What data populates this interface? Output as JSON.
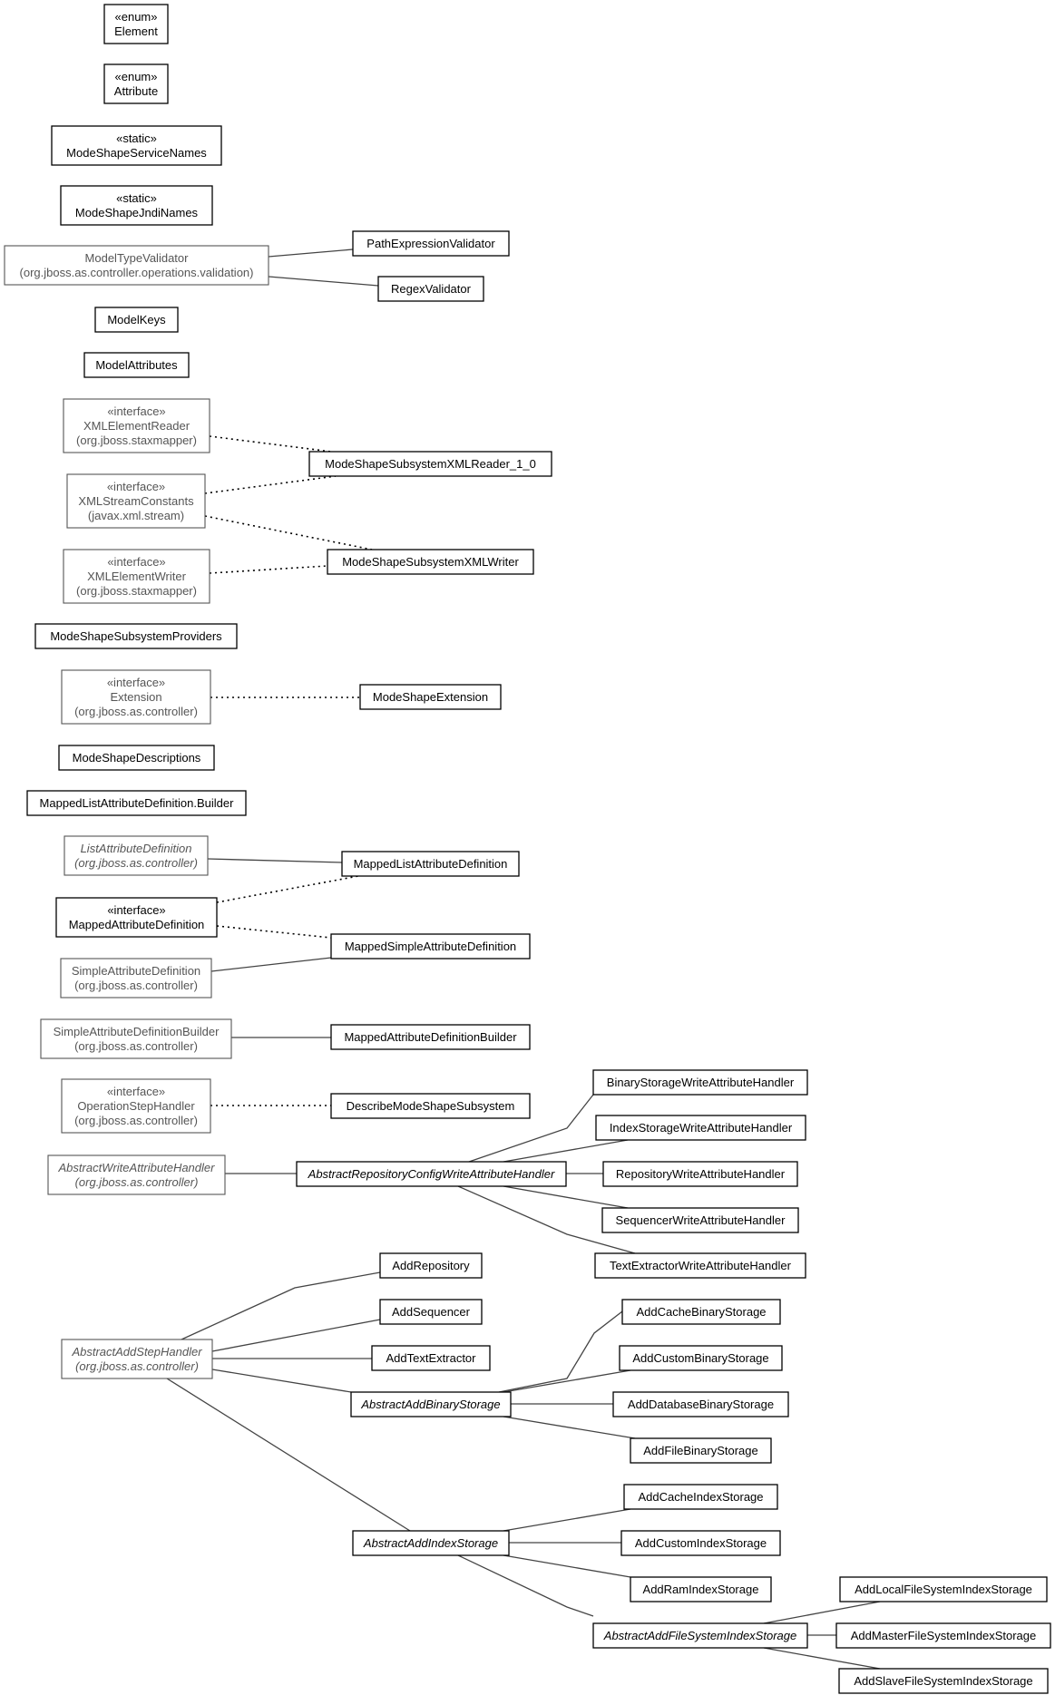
{
  "nodes": [
    {
      "id": "element",
      "lines": [
        "«enum»",
        "Element"
      ],
      "external": false,
      "italic": false
    },
    {
      "id": "attribute",
      "lines": [
        "«enum»",
        "Attribute"
      ],
      "external": false,
      "italic": false
    },
    {
      "id": "service_names",
      "lines": [
        "«static»",
        "ModeShapeServiceNames"
      ],
      "external": false,
      "italic": false
    },
    {
      "id": "jndi_names",
      "lines": [
        "«static»",
        "ModeShapeJndiNames"
      ],
      "external": false,
      "italic": false
    },
    {
      "id": "model_type_validator",
      "lines": [
        "ModelTypeValidator",
        "(org.jboss.as.controller.operations.validation)"
      ],
      "external": true,
      "italic": false
    },
    {
      "id": "path_expression_validator",
      "lines": [
        "PathExpressionValidator"
      ],
      "external": false,
      "italic": false
    },
    {
      "id": "regex_validator",
      "lines": [
        "RegexValidator"
      ],
      "external": false,
      "italic": false
    },
    {
      "id": "model_keys",
      "lines": [
        "ModelKeys"
      ],
      "external": false,
      "italic": false
    },
    {
      "id": "model_attributes",
      "lines": [
        "ModelAttributes"
      ],
      "external": false,
      "italic": false
    },
    {
      "id": "xml_element_reader",
      "lines": [
        "«interface»",
        "XMLElementReader",
        "(org.jboss.staxmapper)"
      ],
      "external": true,
      "italic": false
    },
    {
      "id": "xml_stream_constants",
      "lines": [
        "«interface»",
        "XMLStreamConstants",
        "(javax.xml.stream)"
      ],
      "external": true,
      "italic": false
    },
    {
      "id": "xml_element_writer",
      "lines": [
        "«interface»",
        "XMLElementWriter",
        "(org.jboss.staxmapper)"
      ],
      "external": true,
      "italic": false
    },
    {
      "id": "xml_reader_1_0",
      "lines": [
        "ModeShapeSubsystemXMLReader_1_0"
      ],
      "external": false,
      "italic": false
    },
    {
      "id": "xml_writer",
      "lines": [
        "ModeShapeSubsystemXMLWriter"
      ],
      "external": false,
      "italic": false
    },
    {
      "id": "subsystem_providers",
      "lines": [
        "ModeShapeSubsystemProviders"
      ],
      "external": false,
      "italic": false
    },
    {
      "id": "extension",
      "lines": [
        "«interface»",
        "Extension",
        "(org.jboss.as.controller)"
      ],
      "external": true,
      "italic": false
    },
    {
      "id": "modeshape_extension",
      "lines": [
        "ModeShapeExtension"
      ],
      "external": false,
      "italic": false
    },
    {
      "id": "descriptions",
      "lines": [
        "ModeShapeDescriptions"
      ],
      "external": false,
      "italic": false
    },
    {
      "id": "mapped_list_builder",
      "lines": [
        "MappedListAttributeDefinition.Builder"
      ],
      "external": false,
      "italic": false
    },
    {
      "id": "list_attribute_definition",
      "lines": [
        "ListAttributeDefinition",
        "(org.jboss.as.controller)"
      ],
      "external": true,
      "italic": true
    },
    {
      "id": "mapped_list_attribute_definition",
      "lines": [
        "MappedListAttributeDefinition"
      ],
      "external": false,
      "italic": false
    },
    {
      "id": "mapped_attribute_definition",
      "lines": [
        "«interface»",
        "MappedAttributeDefinition"
      ],
      "external": false,
      "italic": false
    },
    {
      "id": "mapped_simple_attribute_definition",
      "lines": [
        "MappedSimpleAttributeDefinition"
      ],
      "external": false,
      "italic": false
    },
    {
      "id": "simple_attribute_definition",
      "lines": [
        "SimpleAttributeDefinition",
        "(org.jboss.as.controller)"
      ],
      "external": true,
      "italic": false
    },
    {
      "id": "simple_attribute_definition_builder",
      "lines": [
        "SimpleAttributeDefinitionBuilder",
        "(org.jboss.as.controller)"
      ],
      "external": true,
      "italic": false
    },
    {
      "id": "mapped_attribute_definition_builder",
      "lines": [
        "MappedAttributeDefinitionBuilder"
      ],
      "external": false,
      "italic": false
    },
    {
      "id": "operation_step_handler",
      "lines": [
        "«interface»",
        "OperationStepHandler",
        "(org.jboss.as.controller)"
      ],
      "external": true,
      "italic": false
    },
    {
      "id": "describe_subsystem",
      "lines": [
        "DescribeModeShapeSubsystem"
      ],
      "external": false,
      "italic": false
    },
    {
      "id": "abstract_write_attribute_handler",
      "lines": [
        "AbstractWriteAttributeHandler",
        "(org.jboss.as.controller)"
      ],
      "external": true,
      "italic": true
    },
    {
      "id": "abstract_repository_config_write",
      "lines": [
        "AbstractRepositoryConfigWriteAttributeHandler"
      ],
      "external": false,
      "italic": true
    },
    {
      "id": "binary_storage_write",
      "lines": [
        "BinaryStorageWriteAttributeHandler"
      ],
      "external": false,
      "italic": false
    },
    {
      "id": "index_storage_write",
      "lines": [
        "IndexStorageWriteAttributeHandler"
      ],
      "external": false,
      "italic": false
    },
    {
      "id": "repository_write",
      "lines": [
        "RepositoryWriteAttributeHandler"
      ],
      "external": false,
      "italic": false
    },
    {
      "id": "sequencer_write",
      "lines": [
        "SequencerWriteAttributeHandler"
      ],
      "external": false,
      "italic": false
    },
    {
      "id": "text_extractor_write",
      "lines": [
        "TextExtractorWriteAttributeHandler"
      ],
      "external": false,
      "italic": false
    },
    {
      "id": "abstract_add_step_handler",
      "lines": [
        "AbstractAddStepHandler",
        "(org.jboss.as.controller)"
      ],
      "external": true,
      "italic": true
    },
    {
      "id": "add_repository",
      "lines": [
        "AddRepository"
      ],
      "external": false,
      "italic": false
    },
    {
      "id": "add_sequencer",
      "lines": [
        "AddSequencer"
      ],
      "external": false,
      "italic": false
    },
    {
      "id": "add_text_extractor",
      "lines": [
        "AddTextExtractor"
      ],
      "external": false,
      "italic": false
    },
    {
      "id": "abstract_add_binary_storage",
      "lines": [
        "AbstractAddBinaryStorage"
      ],
      "external": false,
      "italic": true
    },
    {
      "id": "add_cache_binary_storage",
      "lines": [
        "AddCacheBinaryStorage"
      ],
      "external": false,
      "italic": false
    },
    {
      "id": "add_custom_binary_storage",
      "lines": [
        "AddCustomBinaryStorage"
      ],
      "external": false,
      "italic": false
    },
    {
      "id": "add_database_binary_storage",
      "lines": [
        "AddDatabaseBinaryStorage"
      ],
      "external": false,
      "italic": false
    },
    {
      "id": "add_file_binary_storage",
      "lines": [
        "AddFileBinaryStorage"
      ],
      "external": false,
      "italic": false
    },
    {
      "id": "abstract_add_index_storage",
      "lines": [
        "AbstractAddIndexStorage"
      ],
      "external": false,
      "italic": true
    },
    {
      "id": "add_cache_index_storage",
      "lines": [
        "AddCacheIndexStorage"
      ],
      "external": false,
      "italic": false
    },
    {
      "id": "add_custom_index_storage",
      "lines": [
        "AddCustomIndexStorage"
      ],
      "external": false,
      "italic": false
    },
    {
      "id": "add_ram_index_storage",
      "lines": [
        "AddRamIndexStorage"
      ],
      "external": false,
      "italic": false
    },
    {
      "id": "abstract_add_fs_index_storage",
      "lines": [
        "AbstractAddFileSystemIndexStorage"
      ],
      "external": false,
      "italic": true
    },
    {
      "id": "add_local_fs_index_storage",
      "lines": [
        "AddLocalFileSystemIndexStorage"
      ],
      "external": false,
      "italic": false
    },
    {
      "id": "add_master_fs_index_storage",
      "lines": [
        "AddMasterFileSystemIndexStorage"
      ],
      "external": false,
      "italic": false
    },
    {
      "id": "add_slave_fs_index_storage",
      "lines": [
        "AddSlaveFileSystemIndexStorage"
      ],
      "external": false,
      "italic": false
    }
  ],
  "edges": [
    {
      "from": "model_type_validator",
      "to": "path_expression_validator",
      "style": "solid"
    },
    {
      "from": "model_type_validator",
      "to": "regex_validator",
      "style": "solid"
    },
    {
      "from": "xml_element_reader",
      "to": "xml_reader_1_0",
      "style": "dotted"
    },
    {
      "from": "xml_stream_constants",
      "to": "xml_reader_1_0",
      "style": "dotted"
    },
    {
      "from": "xml_stream_constants",
      "to": "xml_writer",
      "style": "dotted"
    },
    {
      "from": "xml_element_writer",
      "to": "xml_writer",
      "style": "dotted"
    },
    {
      "from": "extension",
      "to": "modeshape_extension",
      "style": "dotted"
    },
    {
      "from": "list_attribute_definition",
      "to": "mapped_list_attribute_definition",
      "style": "solid"
    },
    {
      "from": "mapped_attribute_definition",
      "to": "mapped_list_attribute_definition",
      "style": "dotted"
    },
    {
      "from": "mapped_attribute_definition",
      "to": "mapped_simple_attribute_definition",
      "style": "dotted"
    },
    {
      "from": "simple_attribute_definition",
      "to": "mapped_simple_attribute_definition",
      "style": "solid"
    },
    {
      "from": "simple_attribute_definition_builder",
      "to": "mapped_attribute_definition_builder",
      "style": "solid"
    },
    {
      "from": "operation_step_handler",
      "to": "describe_subsystem",
      "style": "dotted"
    },
    {
      "from": "abstract_write_attribute_handler",
      "to": "abstract_repository_config_write",
      "style": "solid"
    },
    {
      "from": "abstract_repository_config_write",
      "to": "binary_storage_write",
      "style": "solid"
    },
    {
      "from": "abstract_repository_config_write",
      "to": "index_storage_write",
      "style": "solid"
    },
    {
      "from": "abstract_repository_config_write",
      "to": "repository_write",
      "style": "solid"
    },
    {
      "from": "abstract_repository_config_write",
      "to": "sequencer_write",
      "style": "solid"
    },
    {
      "from": "abstract_repository_config_write",
      "to": "text_extractor_write",
      "style": "solid"
    },
    {
      "from": "abstract_add_step_handler",
      "to": "add_repository",
      "style": "solid"
    },
    {
      "from": "abstract_add_step_handler",
      "to": "add_sequencer",
      "style": "solid"
    },
    {
      "from": "abstract_add_step_handler",
      "to": "add_text_extractor",
      "style": "solid"
    },
    {
      "from": "abstract_add_step_handler",
      "to": "abstract_add_binary_storage",
      "style": "solid"
    },
    {
      "from": "abstract_add_step_handler",
      "to": "abstract_add_index_storage",
      "style": "solid"
    },
    {
      "from": "abstract_add_binary_storage",
      "to": "add_cache_binary_storage",
      "style": "solid"
    },
    {
      "from": "abstract_add_binary_storage",
      "to": "add_custom_binary_storage",
      "style": "solid"
    },
    {
      "from": "abstract_add_binary_storage",
      "to": "add_database_binary_storage",
      "style": "solid"
    },
    {
      "from": "abstract_add_binary_storage",
      "to": "add_file_binary_storage",
      "style": "solid"
    },
    {
      "from": "abstract_add_index_storage",
      "to": "add_cache_index_storage",
      "style": "solid"
    },
    {
      "from": "abstract_add_index_storage",
      "to": "add_custom_index_storage",
      "style": "solid"
    },
    {
      "from": "abstract_add_index_storage",
      "to": "add_ram_index_storage",
      "style": "solid"
    },
    {
      "from": "abstract_add_index_storage",
      "to": "abstract_add_fs_index_storage",
      "style": "solid"
    },
    {
      "from": "abstract_add_fs_index_storage",
      "to": "add_local_fs_index_storage",
      "style": "solid"
    },
    {
      "from": "abstract_add_fs_index_storage",
      "to": "add_master_fs_index_storage",
      "style": "solid"
    },
    {
      "from": "abstract_add_fs_index_storage",
      "to": "add_slave_fs_index_storage",
      "style": "solid"
    }
  ]
}
